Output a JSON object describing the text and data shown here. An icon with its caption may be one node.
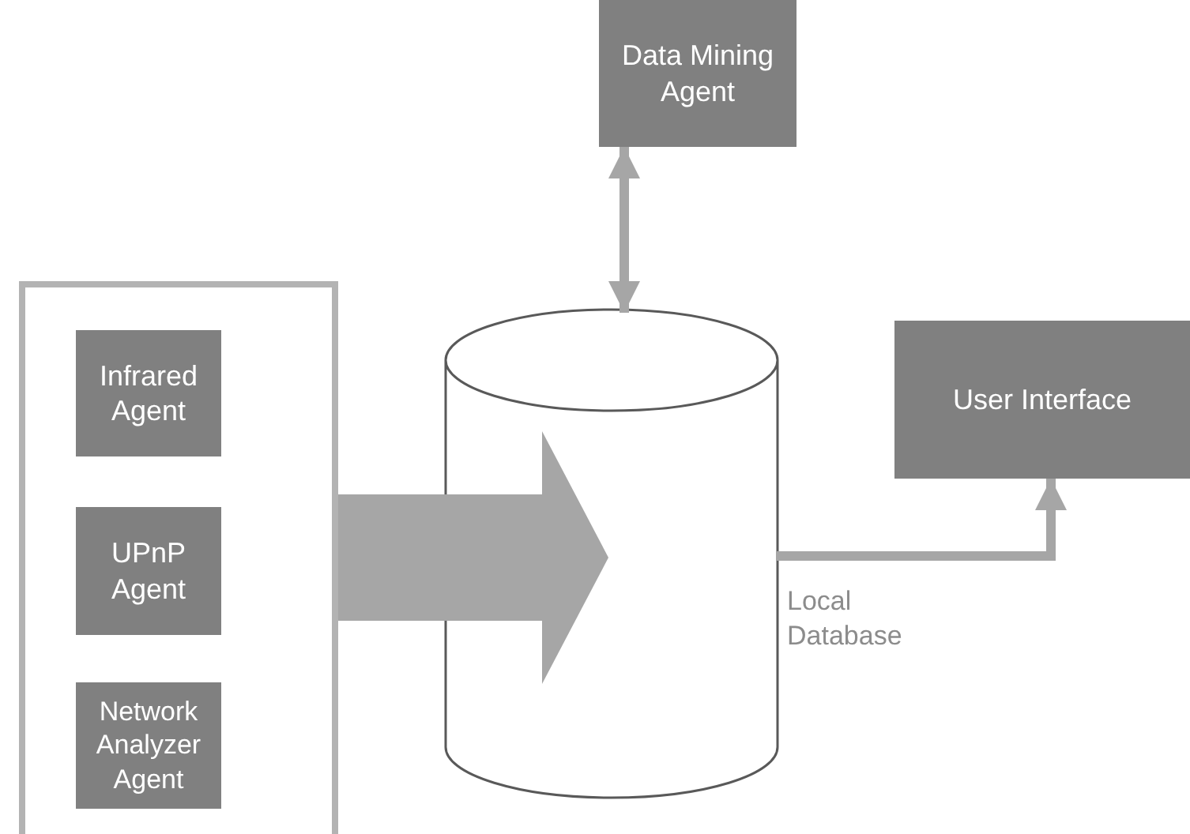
{
  "diagram": {
    "nodes": [
      {
        "text": [
          "Data Mining Agent"
        ]
      },
      {
        "text": [],
        "shape": "box"
      },
      {
        "text": [
          "Infrared Agent"
        ],
        "in": 1
      },
      {
        "text": [
          "UPnP Agent"
        ],
        "in": 1
      },
      {
        "text": [
          "Network Analyzer Agent"
        ],
        "in": 1
      },
      {
        "text": [],
        "shape": "cylinder",
        "beside": [
          "Local Database"
        ]
      },
      {
        "text": [
          "User Interface"
        ]
      }
    ],
    "edges": [
      {
        "from": 0,
        "to": 5,
        "arrow": "both"
      },
      {
        "from": 1,
        "to": 5,
        "arrow": "to",
        "style": "thick"
      },
      {
        "from": 5,
        "to": 6,
        "arrow": "to"
      }
    ]
  }
}
